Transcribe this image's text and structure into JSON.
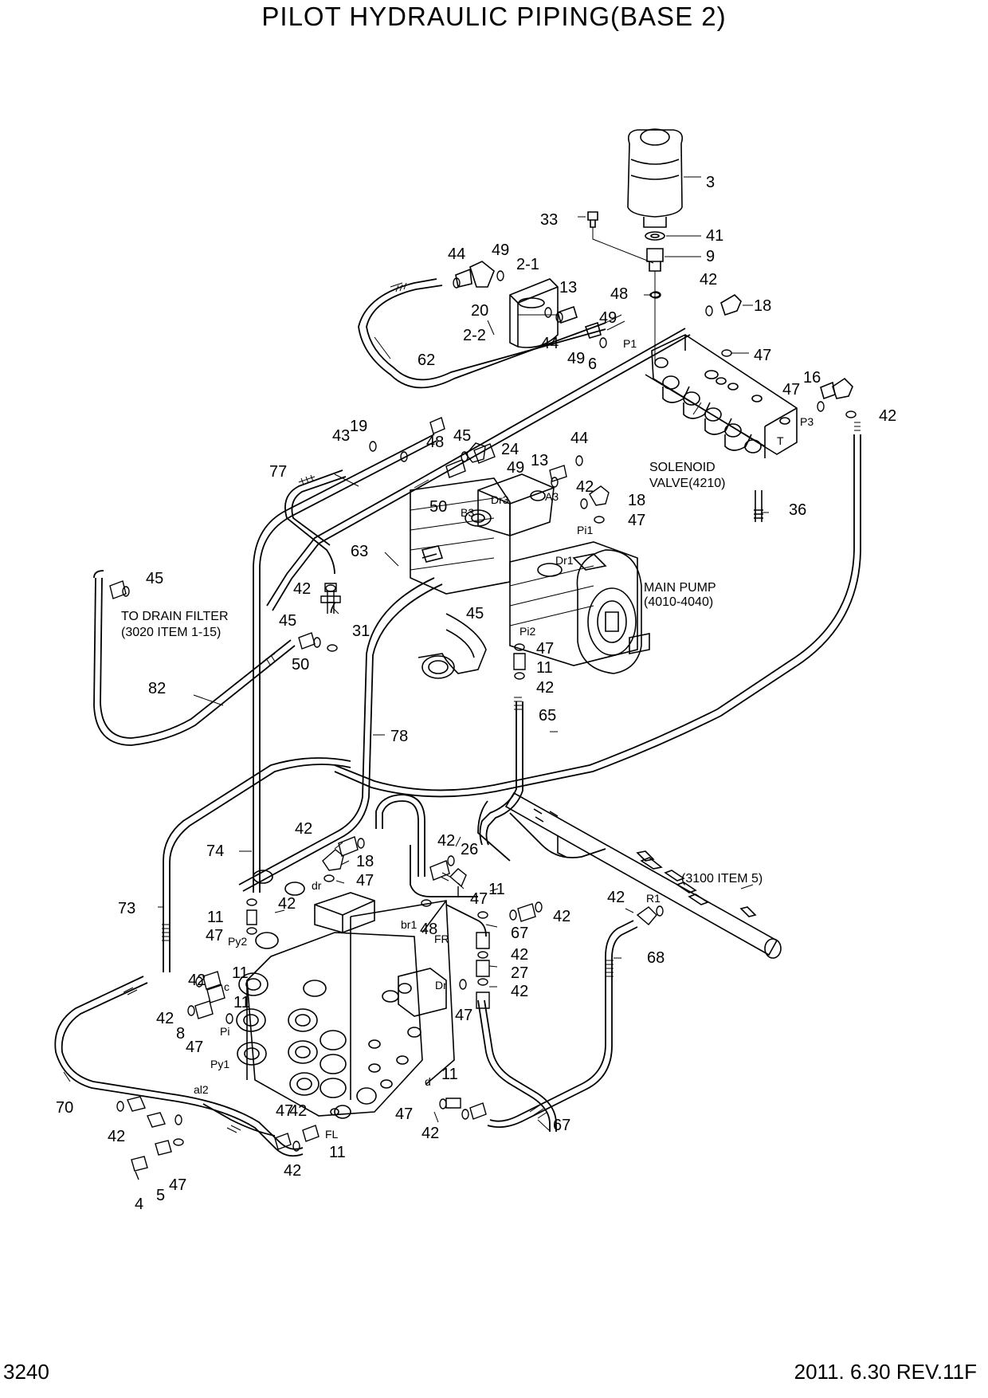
{
  "title": "PILOT HYDRAULIC PIPING(BASE 2)",
  "page_number": "3240",
  "revision": "2011. 6.30  REV.11F",
  "notes": {
    "solenoid_valve": [
      "SOLENOID",
      "VALVE(4210)"
    ],
    "main_pump": [
      "MAIN PUMP",
      "(4010-4040)"
    ],
    "drain_filter": [
      "TO DRAIN FILTER",
      "(3020 ITEM 1-15)"
    ],
    "item_ref": "(3100 ITEM 5)"
  },
  "port_labels": {
    "P1": "P1",
    "P3": "P3",
    "T": "T",
    "A3": "A3",
    "B3": "B3",
    "Dr3": "Dr3",
    "Pi1": "Pi1",
    "Dr1": "Dr1",
    "Pi2": "Pi2",
    "Py2": "Py2",
    "Py1": "Py1",
    "Pi": "Pi",
    "c": "c",
    "al2": "al2",
    "dr": "dr",
    "br1": "br1",
    "FR": "FR",
    "Dr": "Dr",
    "d": "d",
    "FL": "FL",
    "R1": "R1"
  },
  "callouts": {
    "c3": "3",
    "c41": "41",
    "c9": "9",
    "c33": "33",
    "c48a": "48",
    "c42a": "42",
    "c18a": "18",
    "c47a": "47",
    "c16": "16",
    "c47b": "47",
    "c42b": "42",
    "c44a": "44",
    "c49a": "49",
    "c21": "2-1",
    "c20": "20",
    "c13a": "13",
    "c49b": "49",
    "c22": "2-2",
    "c44b": "44",
    "c49c": "49",
    "c6": "6",
    "c62": "62",
    "c43": "43",
    "c19": "19",
    "c48b": "48",
    "c45a": "45",
    "c24": "24",
    "c44c": "44",
    "c49d": "49",
    "c13b": "13",
    "c42c": "42",
    "c18b": "18",
    "c47c": "47",
    "c77": "77",
    "c50a": "50",
    "c63": "63",
    "c36": "36",
    "c45b": "45",
    "c42d": "42",
    "c7": "7",
    "c45c": "45",
    "c31": "31",
    "c50b": "50",
    "c45d": "45",
    "c47d": "47",
    "c11a": "11",
    "c42e": "42",
    "c65": "65",
    "c82": "82",
    "c78": "78",
    "c42f": "42",
    "c74": "74",
    "c18c": "18",
    "c47e": "47",
    "c42g": "42",
    "c26": "26",
    "c73": "73",
    "c11b": "11",
    "c42h": "42",
    "c47f": "47",
    "c11c": "11",
    "c42i": "42",
    "c47g": "47",
    "c48c": "48",
    "c67a": "67",
    "c42j": "42",
    "c27": "27",
    "c42k": "42",
    "c47h": "47",
    "c42l": "42",
    "c11d": "11",
    "c42m": "42",
    "c8": "8",
    "c47i": "47",
    "c42n": "42",
    "c68": "68",
    "c11e": "11",
    "c47j": "47",
    "c42o": "42",
    "c67b": "67",
    "c70": "70",
    "c42p": "42",
    "c4": "4",
    "c5": "5",
    "c47k": "47",
    "c47l": "47",
    "c11f": "11",
    "c42q": "42",
    "c42r": "42",
    "c11g": "11"
  },
  "colors": {
    "line": "#000000",
    "background": "#ffffff"
  }
}
